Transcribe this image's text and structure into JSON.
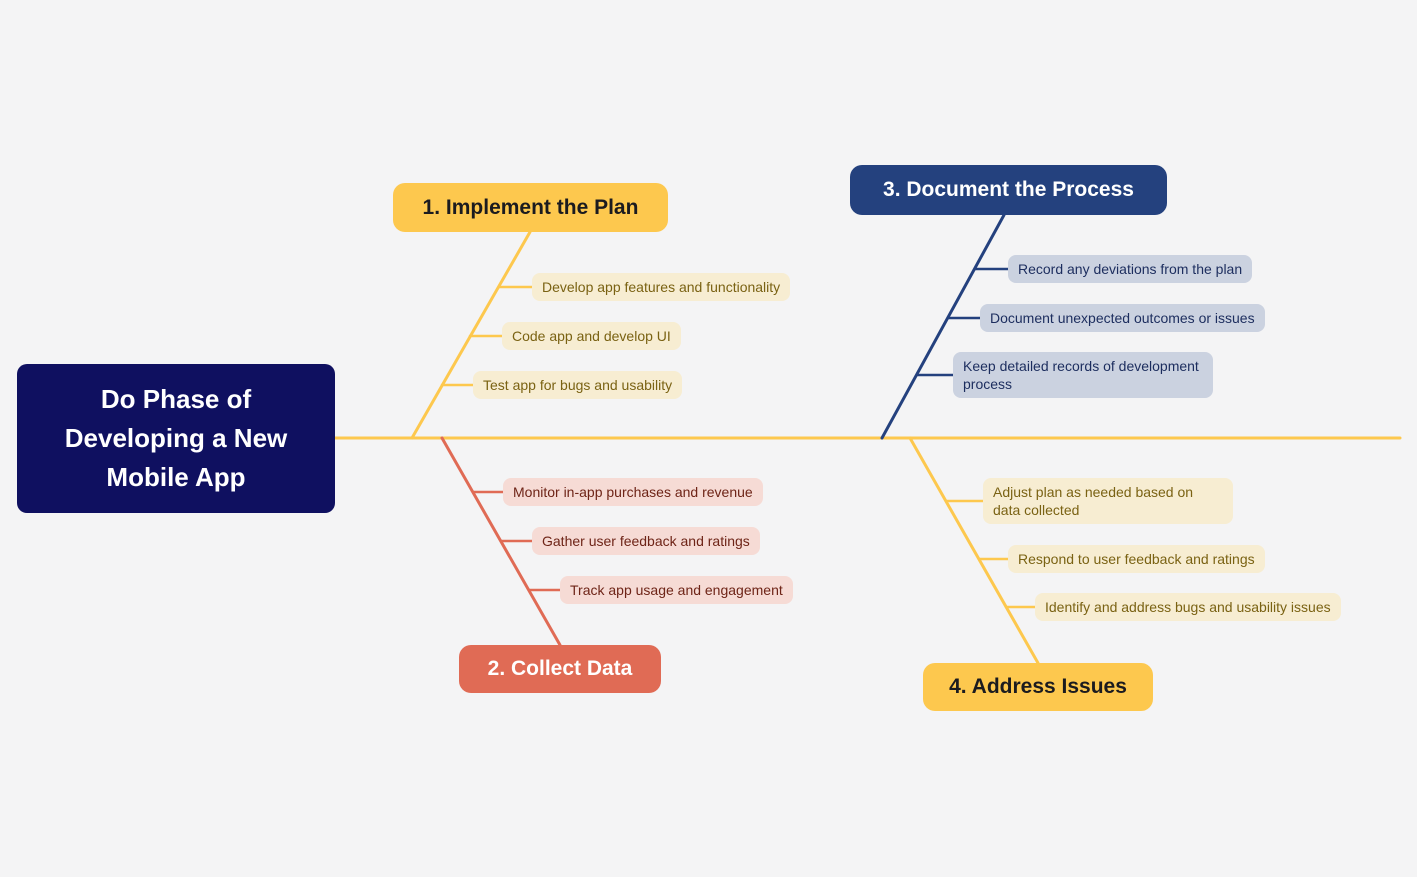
{
  "title": "Do Phase of Developing a New Mobile App",
  "colors": {
    "background": "#f4f4f5",
    "root_bg": "#0f1060",
    "yellow": "#fdc84e",
    "coral": "#e06b55",
    "navy": "#24417e",
    "cream_bg": "#f7edd2",
    "cream_text": "#7a6213",
    "pink_bg": "#f6dbd5",
    "pink_text": "#6e2417",
    "bluegray_bg": "#cbd2e0",
    "bluegray_text": "#1c2d5e"
  },
  "branches": [
    {
      "label": "1. Implement the Plan",
      "color": "#fdc84e",
      "items": [
        "Develop app features and functionality",
        "Code app and develop UI",
        "Test app for bugs and usability"
      ]
    },
    {
      "label": "2. Collect Data",
      "color": "#e06b55",
      "items": [
        "Monitor in-app purchases and revenue",
        "Gather user feedback and ratings",
        "Track app usage and engagement"
      ]
    },
    {
      "label": "3. Document the Process",
      "color": "#24417e",
      "items": [
        "Record any deviations from the plan",
        "Document unexpected outcomes or issues",
        "Keep detailed records of development process"
      ]
    },
    {
      "label": "4. Address Issues",
      "color": "#fdc84e",
      "items": [
        "Adjust plan as needed based on data collected",
        "Respond to user feedback and ratings",
        "Identify and address bugs and usability issues"
      ]
    }
  ]
}
